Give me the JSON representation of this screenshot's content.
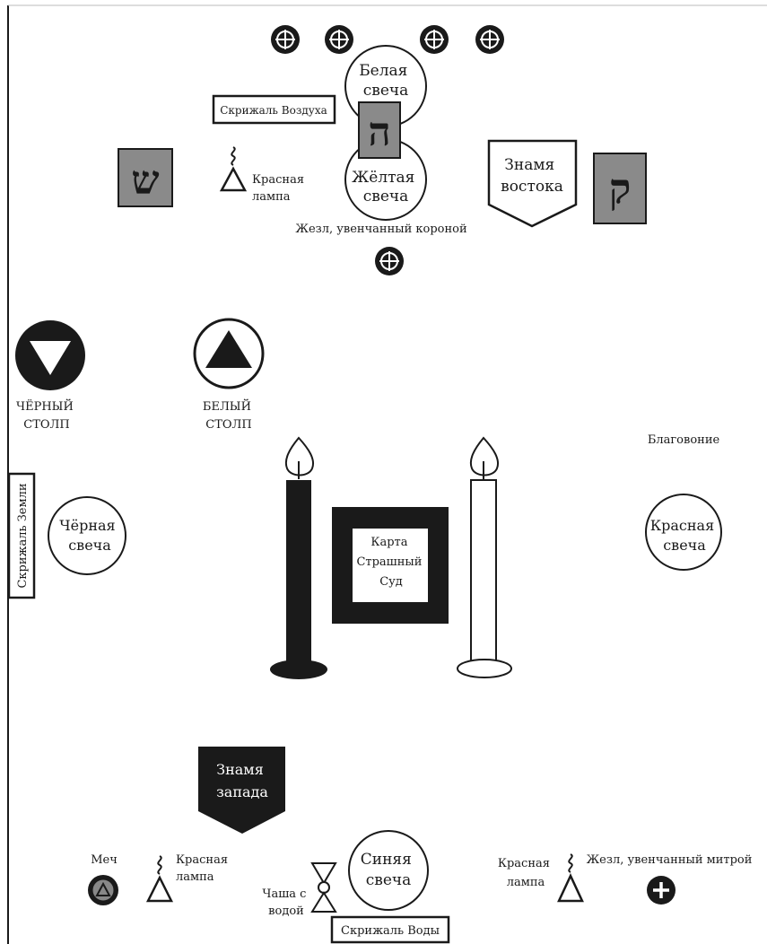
{
  "labels": {
    "white_candle": [
      "Белая",
      "свеча"
    ],
    "air_tablet": "Скрижаль Воздуха",
    "yellow_candle": [
      "Жёлтая",
      "свеча"
    ],
    "red_lamp_top": [
      "Красная",
      "лампа"
    ],
    "east_banner": [
      "Знамя",
      "востока"
    ],
    "crowned_wand": "Жезл, увенчанный короной",
    "black_pillar": [
      "ЧЁРНЫЙ",
      "СТОЛП"
    ],
    "white_pillar": [
      "БЕЛЫЙ",
      "СТОЛП"
    ],
    "incense": "Благовоние",
    "earth_tablet": "Скрижаль Земли",
    "black_candle": [
      "Чёрная",
      "свеча"
    ],
    "card": [
      "Карта",
      "Страшный",
      "Суд"
    ],
    "red_candle": [
      "Красная",
      "свеча"
    ],
    "west_banner": [
      "Знамя",
      "запада"
    ],
    "sword": "Меч",
    "red_lamp_left": [
      "Красная",
      "лампа"
    ],
    "cup": [
      "Чаша с",
      "водой"
    ],
    "blue_candle": [
      "Синяя",
      "свеча"
    ],
    "water_tablet": "Скрижаль Воды",
    "red_lamp_right": [
      "Красная",
      "лампа"
    ],
    "mitred_wand": "Жезл, увенчанный митрой"
  },
  "hebrew_letters": {
    "left": "ש",
    "center": "ה",
    "right": "ק"
  },
  "colors": {
    "ink": "#1a1a1a",
    "paper": "#ffffff",
    "letter_tile": "#8a8a8a"
  }
}
